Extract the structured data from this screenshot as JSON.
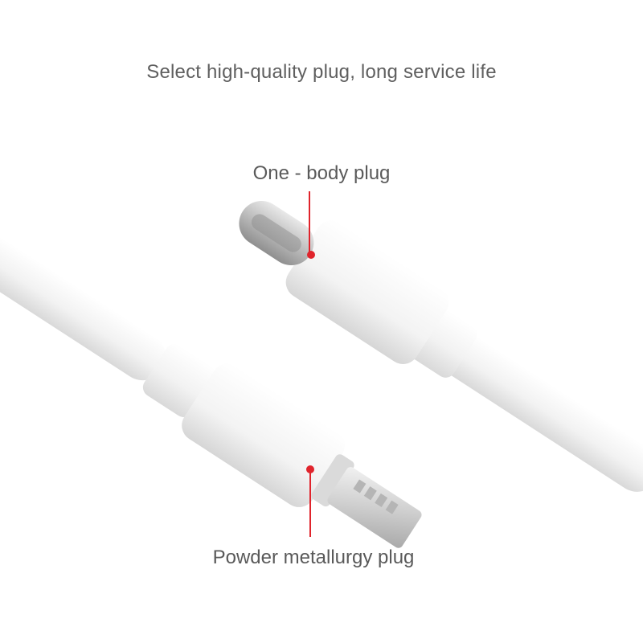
{
  "headline": "Select high-quality plug, long service life",
  "callouts": {
    "top_label": "One - body plug",
    "bottom_label": "Powder metallurgy plug"
  },
  "colors": {
    "accent": "#e0242c",
    "text": "#5a5a5a",
    "cable": "#f4f4f4",
    "metal": "#c9c9c9"
  },
  "objects": {
    "upper_cable_connector": "usb-c-plug",
    "lower_cable_connector": "lightning-plug"
  }
}
